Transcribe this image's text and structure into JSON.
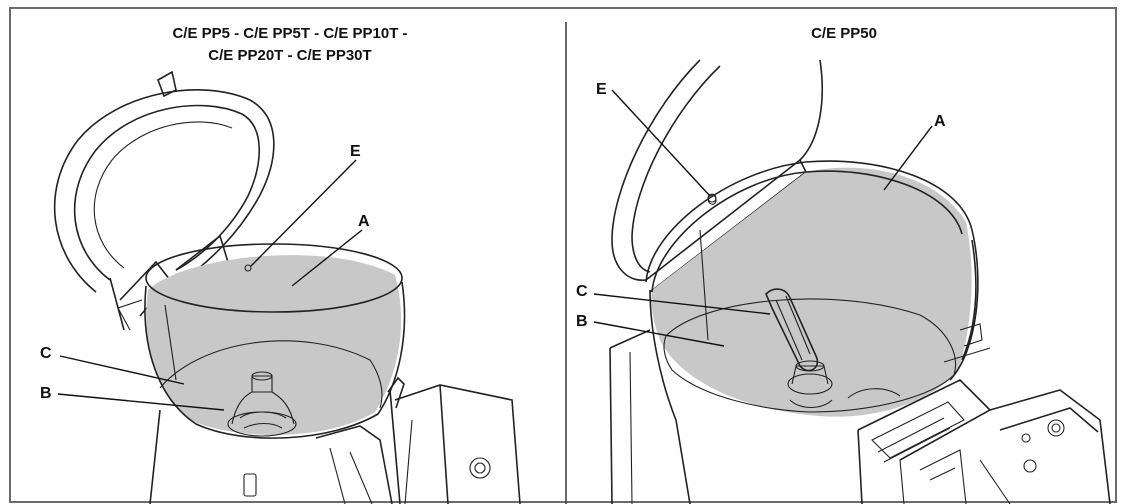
{
  "colors": {
    "ink": "#222222",
    "frame": "#6b6b6b",
    "shaded_interior": "#c8c8c8",
    "background": "#ffffff"
  },
  "left_panel": {
    "title_line1": "C/E PP5 - C/E PP5T - C/E PP10T -",
    "title_line2": "C/E PP20T - C/E PP30T",
    "labels": {
      "E": "E",
      "A": "A",
      "C": "C",
      "B": "B"
    }
  },
  "right_panel": {
    "title": "C/E PP50",
    "labels": {
      "E": "E",
      "A": "A",
      "C": "C",
      "B": "B"
    }
  }
}
